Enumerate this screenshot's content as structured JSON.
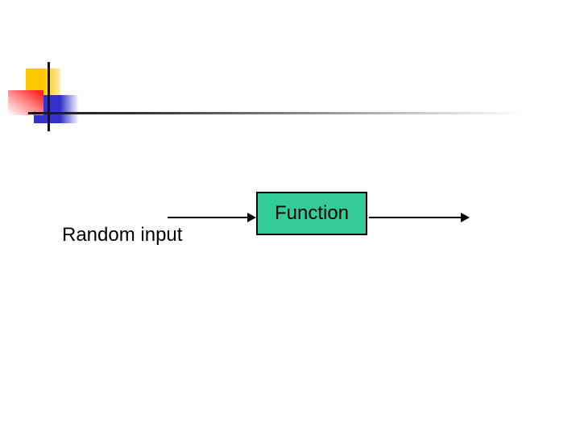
{
  "slide": {
    "background_color": "#FFFFFF",
    "decoration": {
      "yellow_square_color": "#FFC700",
      "blue_square_color": "#3232C8",
      "red_square_color": "#FF1F1F",
      "line_color": "#141414"
    },
    "diagram": {
      "input_label": "Random input",
      "function_box": {
        "label": "Function",
        "fill": "#33CC99",
        "border_color": "#000000"
      },
      "arrows": [
        {
          "name": "input-arrow",
          "direction": "right",
          "color": "#000000"
        },
        {
          "name": "output-arrow",
          "direction": "right",
          "color": "#000000"
        }
      ]
    }
  }
}
